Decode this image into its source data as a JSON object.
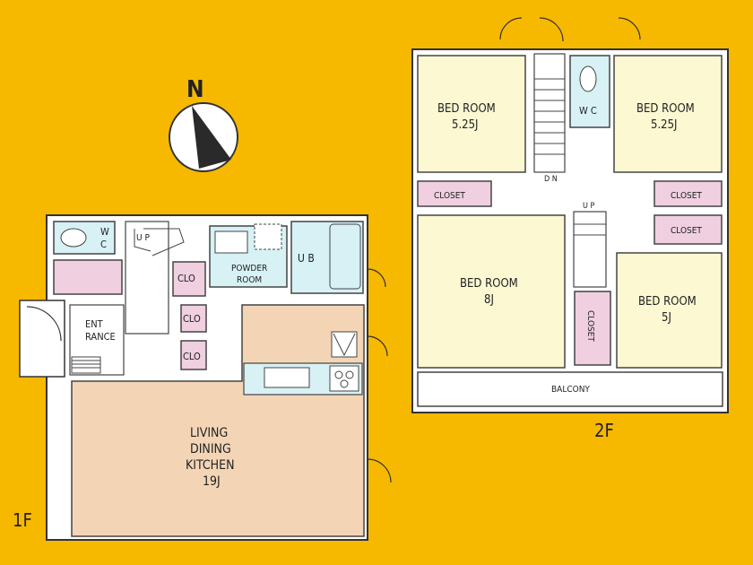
{
  "compass": {
    "letter": "N"
  },
  "floor1": {
    "label": "1F",
    "rooms": {
      "wc": [
        "W",
        "C"
      ],
      "ldk": [
        "LIVING",
        "DINING",
        "KITCHEN",
        "19J"
      ],
      "entrance": [
        "ENT",
        "RANCE"
      ],
      "clo1": "CLO",
      "clo2": "CLO",
      "clo3": "CLO",
      "powder": [
        "POWDER",
        "ROOM"
      ],
      "ub": "U B",
      "up": "U P"
    }
  },
  "floor2": {
    "label": "2F",
    "rooms": {
      "bed_nw": [
        "BED ROOM",
        "5.25J"
      ],
      "bed_ne": [
        "BED ROOM",
        "5.25J"
      ],
      "bed_sw": [
        "BED ROOM",
        "8J"
      ],
      "bed_se": [
        "BED ROOM",
        "5J"
      ],
      "wc": "W C",
      "dn": "D N",
      "up": "U P",
      "closet_nw": "CLOSET",
      "closet_ne1": "CLOSET",
      "closet_ne2": "CLOSET",
      "closet_mid": "CLOSET",
      "balcony": "BALCONY"
    }
  },
  "colors": {
    "background": "#f7b800",
    "bedroom": "#fcf8d2",
    "ldk": "#f3d5b6",
    "closet": "#efcfe0",
    "wet": "#d7f1f5",
    "wall": "#ffffff"
  }
}
